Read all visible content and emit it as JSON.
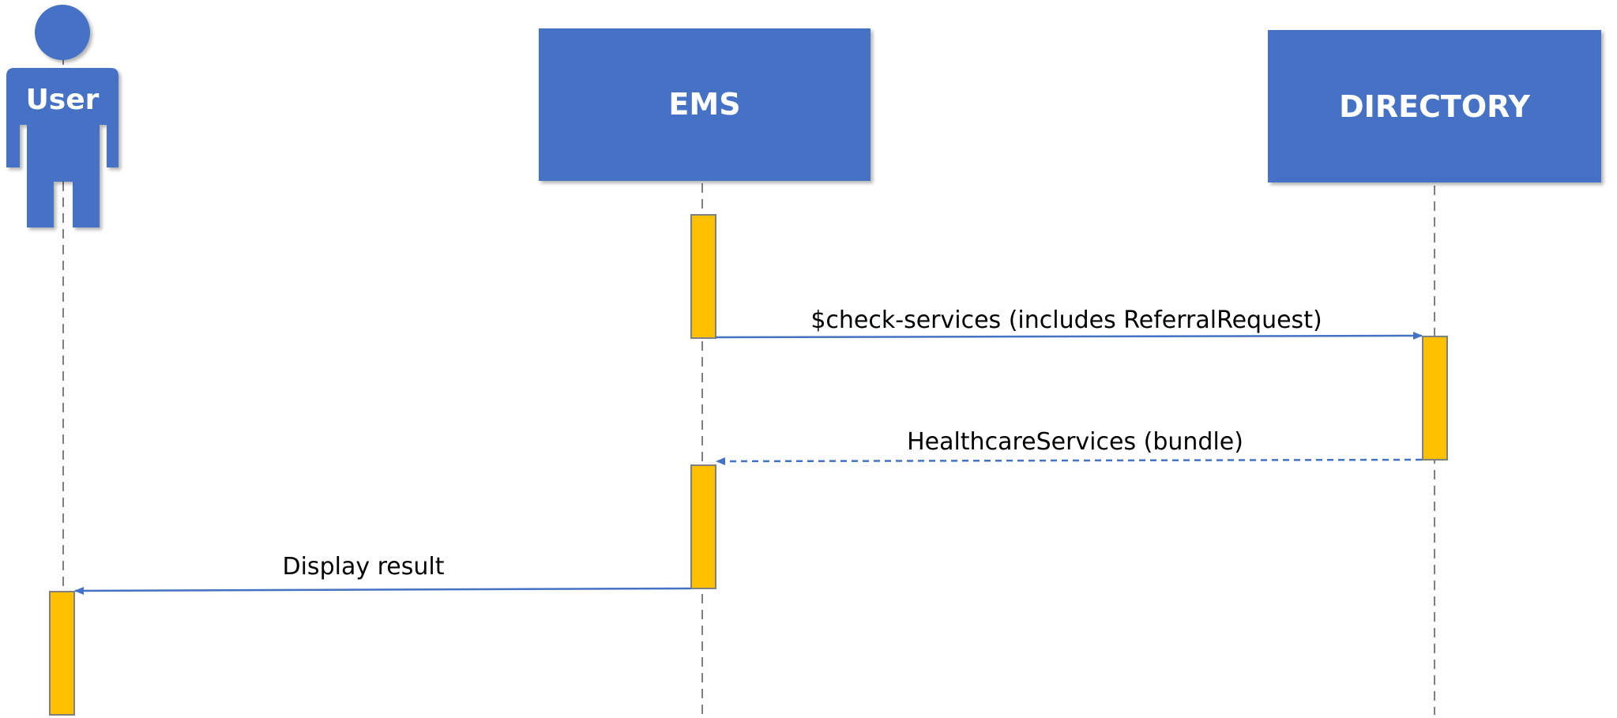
{
  "diagram": {
    "type": "sequence",
    "participants": [
      {
        "id": "user",
        "label": "User",
        "kind": "actor-icon"
      },
      {
        "id": "ems",
        "label": "EMS",
        "kind": "box"
      },
      {
        "id": "directory",
        "label": "DIRECTORY",
        "kind": "box"
      }
    ],
    "messages": [
      {
        "from": "EMS",
        "to": "DIRECTORY",
        "label": "$check-services (includes ReferralRequest)",
        "style": "solid"
      },
      {
        "from": "DIRECTORY",
        "to": "EMS",
        "label": "HealthcareServices (bundle)",
        "style": "dashed"
      },
      {
        "from": "EMS",
        "to": "User",
        "label": "Display result",
        "style": "solid"
      }
    ],
    "colors": {
      "participant_fill": "#4472C4",
      "participant_text": "#FFFFFF",
      "activation_fill": "#FFC000",
      "activation_stroke": "#7F7F7F",
      "lifeline": "#7F7F7F",
      "arrow": "#4472C4",
      "text": "#000000"
    }
  }
}
